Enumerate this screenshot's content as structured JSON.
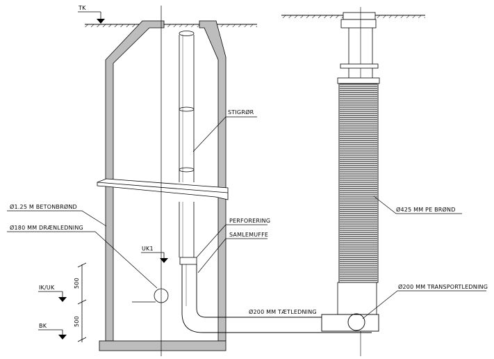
{
  "labels": {
    "tk": "TK",
    "stigror": "STIGRØR",
    "betonbrond": "Ø1.25 M BETONBRØND",
    "dranledning": "Ø180 MM DRÆNLEDNING",
    "perforering": "PERFORERING",
    "samlemuffe": "SAMLEMUFFE",
    "uk1": "UK1",
    "ik_uk": "IK/UK",
    "bk": "BK",
    "dim_upper": "500",
    "dim_lower": "500",
    "taetledning": "Ø200 MM TÆTLEDNING",
    "pe_brond": "Ø425 MM PE BRØND",
    "transportledning": "Ø200 MM TRANSPORTLEDNING"
  },
  "colors": {
    "line": "#000000",
    "wall_fill": "#bdbdbd",
    "background": "#ffffff"
  }
}
